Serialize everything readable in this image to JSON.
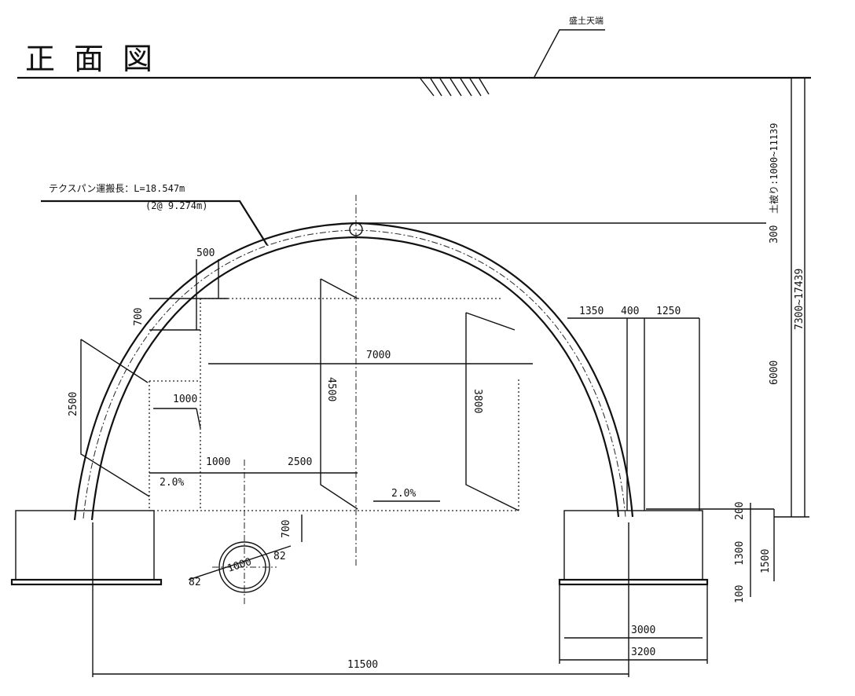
{
  "title": "正面図",
  "labels": {
    "fill_top": "盛土天端",
    "span_length": "テクスパン運搬長：L=18.547m",
    "span_split": "(2@   9.274m)",
    "cover_300": "300",
    "cover_range": "土被り:1000~11139",
    "height_6000": "6000",
    "total_height": "7300~17439",
    "d500": "500",
    "d700_left": "700",
    "d2500_left": "2500",
    "d7000": "7000",
    "d4500": "4500",
    "d3800": "3800",
    "d1000_top": "1000",
    "d1000_bottom": "1000",
    "d2500_bottom": "2500",
    "slope_left": "2.0%",
    "slope_right": "2.0%",
    "d700_pipe": "700",
    "pipe_dia": "1000",
    "pipe_t_left": "82",
    "pipe_t_right": "82",
    "d1350": "1350",
    "d400": "400",
    "d1250": "1250",
    "d200": "200",
    "d1300": "1300",
    "d1500": "1500",
    "d100": "100",
    "d3000": "3000",
    "d3200": "3200",
    "d11500": "11500"
  }
}
